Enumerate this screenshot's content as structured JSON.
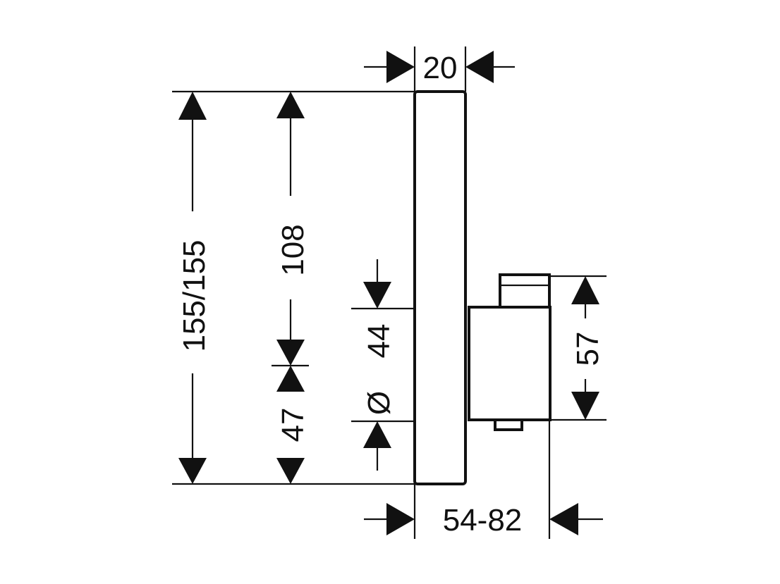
{
  "dimensions": {
    "width_top": "20",
    "total_height": "155/155",
    "upper_height": "108",
    "lower_height": "47",
    "diameter_symbol": "Ø",
    "diameter_value": "44",
    "body_height": "57",
    "depth_range": "54-82"
  },
  "colors": {
    "ink": "#111111",
    "background": "#ffffff"
  }
}
